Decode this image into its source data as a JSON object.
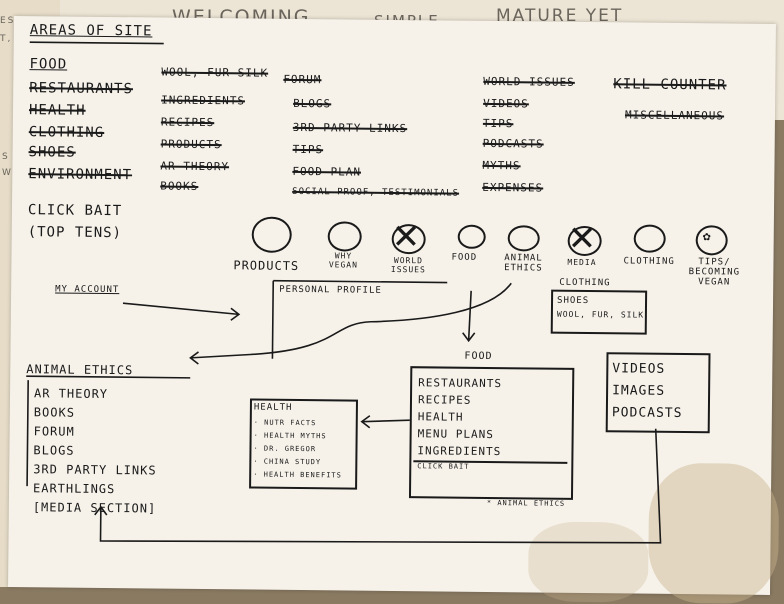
{
  "back_sheet": {
    "texts": [
      "WELCOMING",
      "SIMPLE",
      "MATURE YET"
    ],
    "side": [
      "ESS",
      "T,",
      "S",
      "W"
    ]
  },
  "header": "AREAS OF SITE",
  "areas": {
    "col1": [
      "FOOD",
      "RESTAURANTS",
      "HEALTH",
      "CLOTHING",
      "SHOES",
      "ENVIRONMENT"
    ],
    "col2": [
      "WOOL, FUR SILK",
      "INGREDIENTS",
      "RECIPES",
      "PRODUCTS",
      "AR THEORY",
      "BOOKS"
    ],
    "col3": [
      "FORUM",
      "BLOGS",
      "3RD PARTY LINKS",
      "TIPS",
      "FOOD PLAN",
      "SOCIAL PROOF, TESTIMONIALS"
    ],
    "col4": [
      "WORLD ISSUES",
      "VIDEOS",
      "TIPS",
      "PODCASTS",
      "MYTHS",
      "EXPENSES"
    ],
    "col5": [
      "KILL COUNTER",
      "MISCELLANEOUS"
    ]
  },
  "click_bait": [
    "CLICK BAIT",
    "(TOP TENS)"
  ],
  "nav": [
    {
      "label": "PRODUCTS"
    },
    {
      "label": "WHY VEGAN"
    },
    {
      "label": "WORLD ISSUES"
    },
    {
      "label": "FOOD"
    },
    {
      "label": "ANIMAL ETHICS"
    },
    {
      "label": "MEDIA"
    },
    {
      "label": "CLOTHING"
    },
    {
      "label": "TIPS/ BECOMING VEGAN"
    }
  ],
  "my_account": "MY ACCOUNT",
  "personal_profile": "PERSONAL PROFILE",
  "clothing_box": {
    "title": "CLOTHING",
    "line1": "SHOES",
    "line2": "WOOL, FUR, SILK"
  },
  "animal_ethics": {
    "title": "ANIMAL ETHICS",
    "items": [
      "AR THEORY",
      "BOOKS",
      "FORUM",
      "BLOGS",
      "3RD PARTY LINKS",
      "EARTHLINGS",
      "[MEDIA SECTION]"
    ]
  },
  "food": {
    "title": "FOOD",
    "items": [
      "RESTAURANTS",
      "RECIPES",
      "HEALTH",
      "MENU PLANS",
      "INGREDIENTS"
    ],
    "footer": "CLICK BAIT",
    "note": "* ANIMAL ETHICS"
  },
  "health": {
    "title": "HEALTH",
    "items": [
      "· NUTR FACTS",
      "· HEALTH MYTHS",
      "· DR. GREGOR",
      "· CHINA STUDY",
      "· HEALTH BENEFITS"
    ]
  },
  "media": {
    "items": [
      "VIDEOS",
      "IMAGES",
      "PODCASTS"
    ]
  }
}
